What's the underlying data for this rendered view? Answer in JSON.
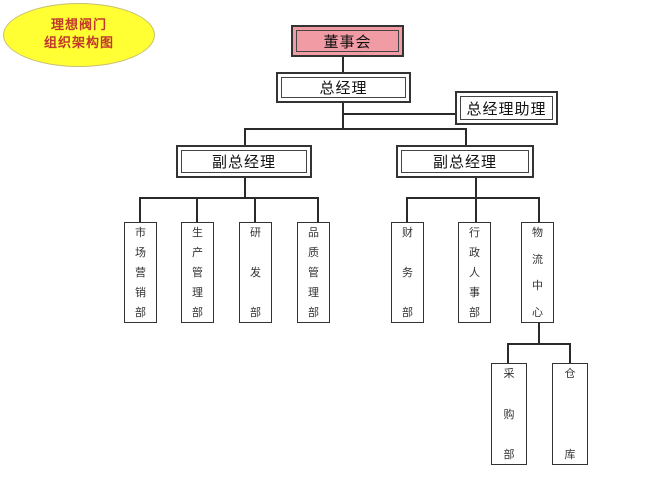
{
  "title": {
    "line1": "理想阀门",
    "line2": "组织架构图",
    "bg_color": "#ffff33",
    "text_color": "#c0392b"
  },
  "nodes": {
    "board": {
      "label": "董事会",
      "color": "#f19ba5"
    },
    "gm": {
      "label": "总经理"
    },
    "gm_assistant": {
      "label": "总经理助理"
    },
    "vp_left": {
      "label": "副总经理"
    },
    "vp_right": {
      "label": "副总经理"
    }
  },
  "departments": [
    {
      "label": "市场营销部",
      "chars": [
        "市",
        "场",
        "营",
        "销",
        "部"
      ]
    },
    {
      "label": "生产管理部",
      "chars": [
        "生",
        "产",
        "管",
        "理",
        "部"
      ]
    },
    {
      "label": "研发部",
      "chars": [
        "研",
        "发",
        "部"
      ]
    },
    {
      "label": "品质管理部",
      "chars": [
        "品",
        "质",
        "管",
        "理",
        "部"
      ]
    },
    {
      "label": "财务部",
      "chars": [
        "财",
        "务",
        "部"
      ]
    },
    {
      "label": "行政人事部",
      "chars": [
        "行",
        "政",
        "人",
        "事",
        "部"
      ]
    },
    {
      "label": "物流中心",
      "chars": [
        "物",
        "流",
        "中",
        "心"
      ]
    },
    {
      "label": "采购部",
      "chars": [
        "采",
        "购",
        "部"
      ]
    },
    {
      "label": "仓库",
      "chars": [
        "仓",
        "库"
      ]
    }
  ]
}
